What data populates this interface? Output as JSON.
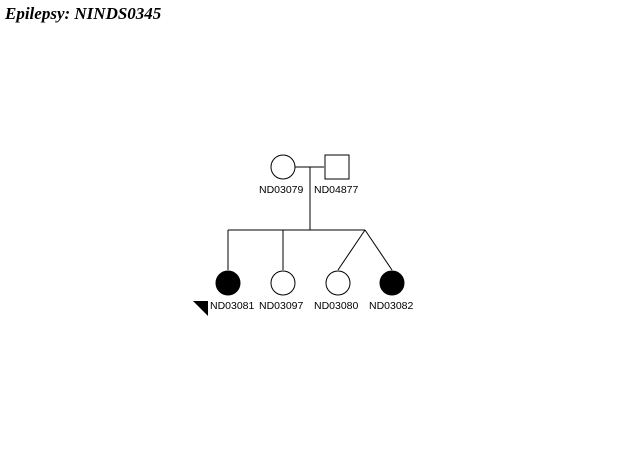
{
  "title": "Epilepsy: NINDS0345",
  "colors": {
    "line": "#000000",
    "affected_fill": "#000000",
    "unaffected_fill": "#ffffff",
    "background": "#ffffff"
  },
  "pedigree": {
    "parents": [
      {
        "id": "ND03079",
        "sex": "female",
        "affected": false
      },
      {
        "id": "ND04877",
        "sex": "male",
        "affected": false
      }
    ],
    "children": [
      {
        "id": "ND03081",
        "sex": "female",
        "affected": true,
        "proband": true,
        "twin_group": null
      },
      {
        "id": "ND03097",
        "sex": "female",
        "affected": false,
        "proband": false,
        "twin_group": null
      },
      {
        "id": "ND03080",
        "sex": "female",
        "affected": false,
        "proband": false,
        "twin_group": "A"
      },
      {
        "id": "ND03082",
        "sex": "female",
        "affected": true,
        "proband": false,
        "twin_group": "A"
      }
    ]
  }
}
